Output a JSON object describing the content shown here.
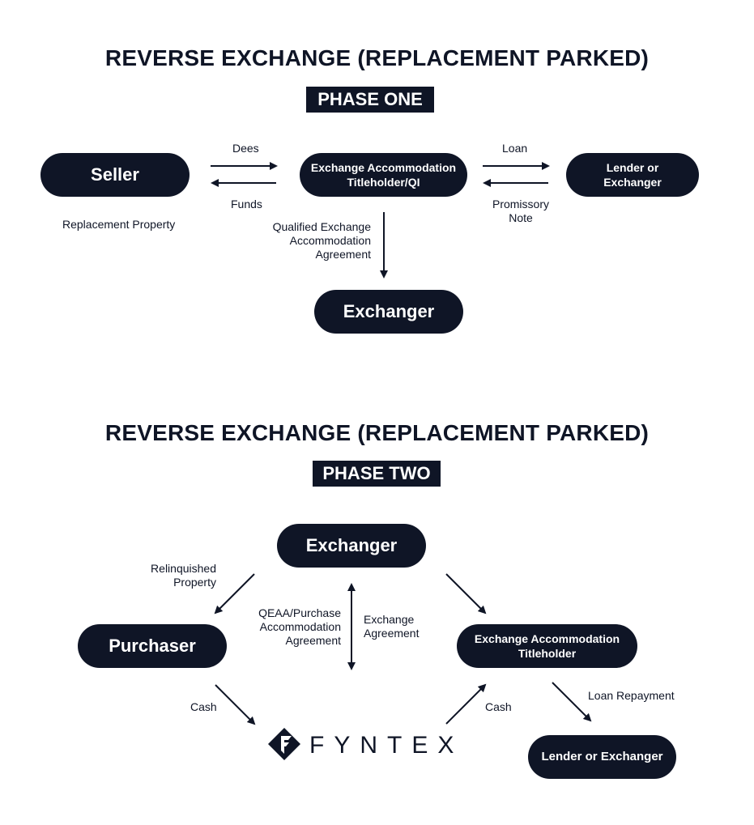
{
  "phase_one": {
    "title": "REVERSE EXCHANGE (REPLACEMENT PARKED)",
    "phase": "PHASE ONE",
    "nodes": {
      "seller": "Seller",
      "eat": "Exchange Accommodation Titleholder/QI",
      "lender": "Lender or Exchanger",
      "exchanger": "Exchanger"
    },
    "labels": {
      "dees": "Dees",
      "funds": "Funds",
      "loan": "Loan",
      "promissory_note": "Promissory Note",
      "replacement_property": "Replacement Property",
      "qeaa": "Qualified Exchange Accommodation Agreement"
    }
  },
  "phase_two": {
    "title": "REVERSE EXCHANGE (REPLACEMENT PARKED)",
    "phase": "PHASE TWO",
    "nodes": {
      "exchanger": "Exchanger",
      "purchaser": "Purchaser",
      "eat": "Exchange Accommodation Titleholder",
      "lender": "Lender or Exchanger"
    },
    "labels": {
      "relinquished": "Relinquished Property",
      "qeaa_purchase": "QEAA/Purchase Accommodation Agreement",
      "exchange_agreement": "Exchange Agreement",
      "cash_left": "Cash",
      "cash_right": "Cash",
      "loan_repayment": "Loan Repayment"
    }
  },
  "logo": {
    "text": "FYNTEX",
    "icon": "fyntex-logo-icon"
  },
  "colors": {
    "navy": "#0f1526",
    "background": "#ffffff"
  }
}
